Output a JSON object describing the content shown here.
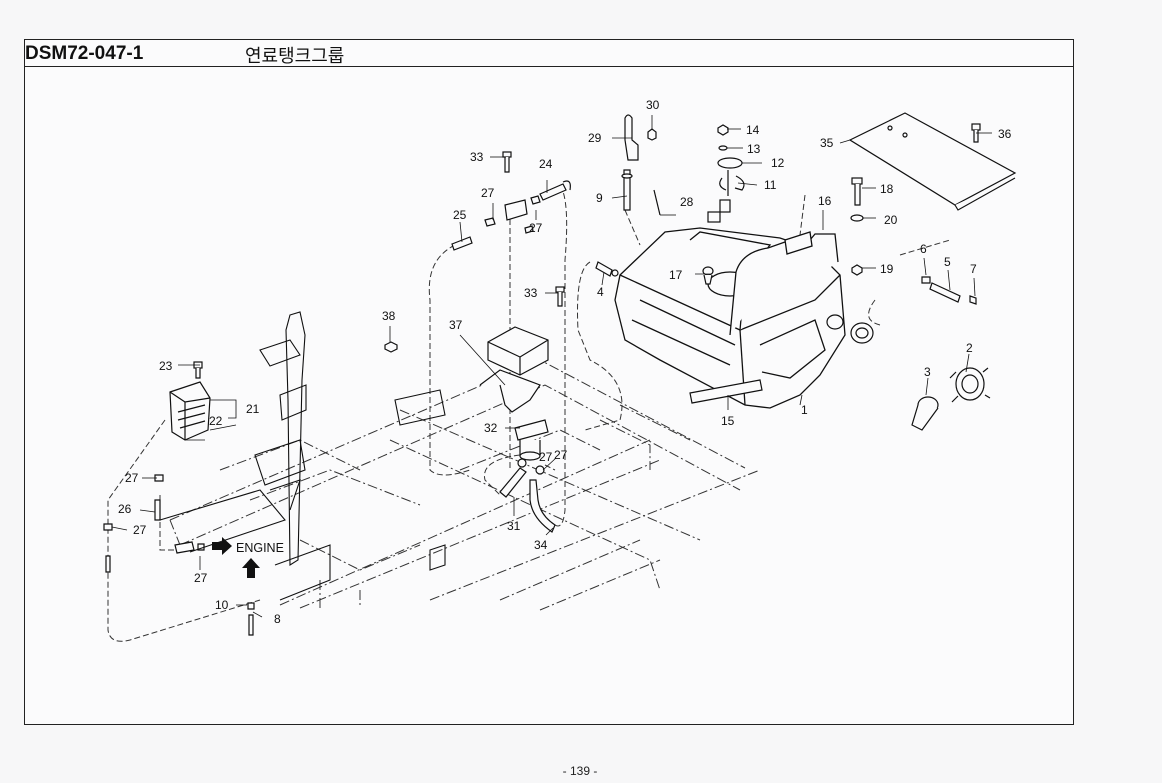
{
  "header": {
    "code": "DSM72-047-1",
    "title": "연료탱크그룹"
  },
  "footer": {
    "page": "- 139 -"
  },
  "diagram": {
    "engine_label": "ENGINE",
    "callouts": [
      "1",
      "2",
      "3",
      "4",
      "5",
      "6",
      "7",
      "8",
      "9",
      "10",
      "11",
      "12",
      "13",
      "14",
      "15",
      "16",
      "17",
      "18",
      "19",
      "20",
      "21",
      "22",
      "23",
      "24",
      "25",
      "26",
      "27",
      "27",
      "27",
      "27",
      "27",
      "27",
      "27",
      "28",
      "29",
      "30",
      "31",
      "32",
      "33",
      "33",
      "34",
      "35",
      "36",
      "37",
      "38"
    ]
  }
}
